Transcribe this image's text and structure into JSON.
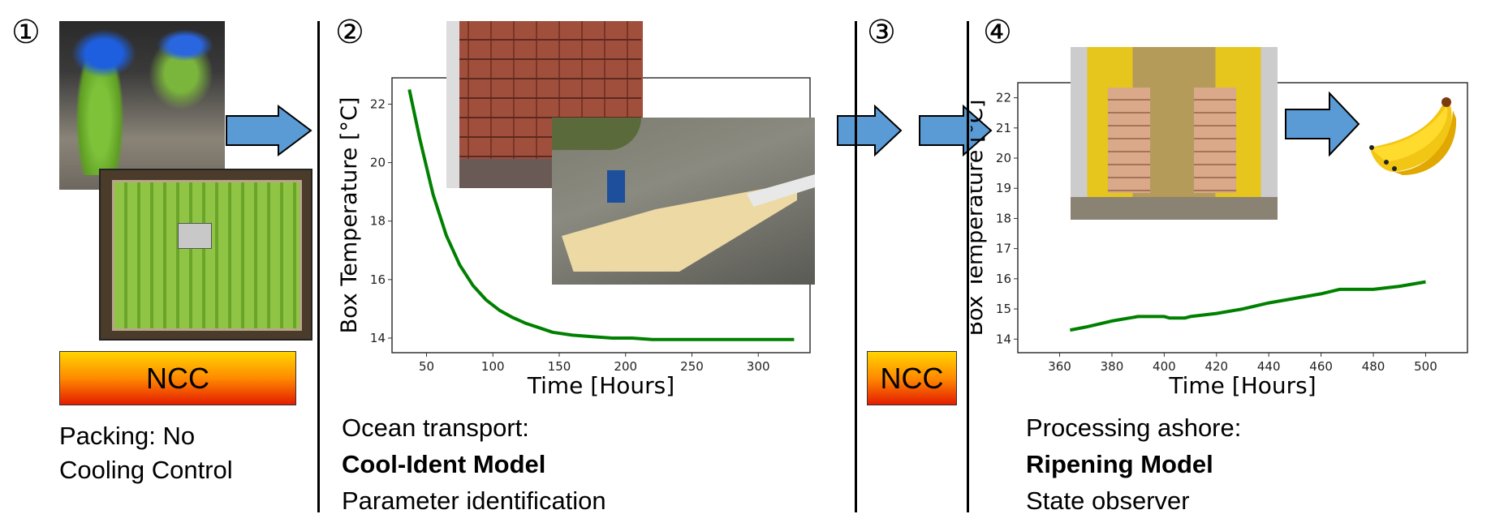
{
  "steps": [
    {
      "number": "①",
      "lines": [
        "Packing: No",
        "Cooling Control"
      ],
      "badge": "NCC"
    },
    {
      "number": "②",
      "lines": [
        "Ocean transport:",
        "Cool-Ident Model",
        "Parameter identification"
      ]
    },
    {
      "number": "③",
      "badge": "NCC"
    },
    {
      "number": "④",
      "lines": [
        "Processing ashore:",
        "Ripening Model",
        "State observer"
      ]
    }
  ],
  "colors": {
    "arrow": "#5b9bd5",
    "line": "#008000",
    "ncc_top": "#ffd400",
    "ncc_bottom": "#e41c00"
  },
  "chart_data": [
    {
      "type": "line",
      "title": "",
      "xlabel": "Time [Hours]",
      "ylabel": "Box Temperature [°C]",
      "xlim": [
        24,
        339
      ],
      "ylim": [
        13.5,
        22.9
      ],
      "xticks": [
        50,
        100,
        150,
        200,
        250,
        300
      ],
      "yticks": [
        14,
        16,
        18,
        20,
        22
      ],
      "series": [
        {
          "name": "box temperature",
          "x": [
            37,
            45,
            55,
            65,
            75,
            85,
            95,
            105,
            115,
            125,
            135,
            145,
            160,
            175,
            190,
            205,
            220,
            250,
            280,
            310,
            327
          ],
          "y": [
            22.5,
            20.8,
            18.9,
            17.5,
            16.5,
            15.8,
            15.3,
            14.95,
            14.7,
            14.5,
            14.35,
            14.2,
            14.1,
            14.05,
            14.0,
            14.0,
            13.95,
            13.95,
            13.95,
            13.95,
            13.95
          ]
        }
      ]
    },
    {
      "type": "line",
      "title": "",
      "xlabel": "Time [Hours]",
      "ylabel": "Box Temperature [°C]",
      "xlim": [
        344,
        516
      ],
      "ylim": [
        13.55,
        22.5
      ],
      "xticks": [
        360,
        380,
        400,
        420,
        440,
        460,
        480,
        500
      ],
      "yticks": [
        14,
        15,
        16,
        17,
        18,
        19,
        20,
        21,
        22
      ],
      "series": [
        {
          "name": "box temperature",
          "x": [
            364,
            370,
            380,
            390,
            400,
            402,
            408,
            410,
            420,
            430,
            440,
            450,
            460,
            467,
            480,
            490,
            500
          ],
          "y": [
            14.3,
            14.4,
            14.6,
            14.75,
            14.75,
            14.7,
            14.7,
            14.75,
            14.85,
            15.0,
            15.2,
            15.35,
            15.5,
            15.65,
            15.65,
            15.75,
            15.9
          ]
        }
      ]
    }
  ]
}
